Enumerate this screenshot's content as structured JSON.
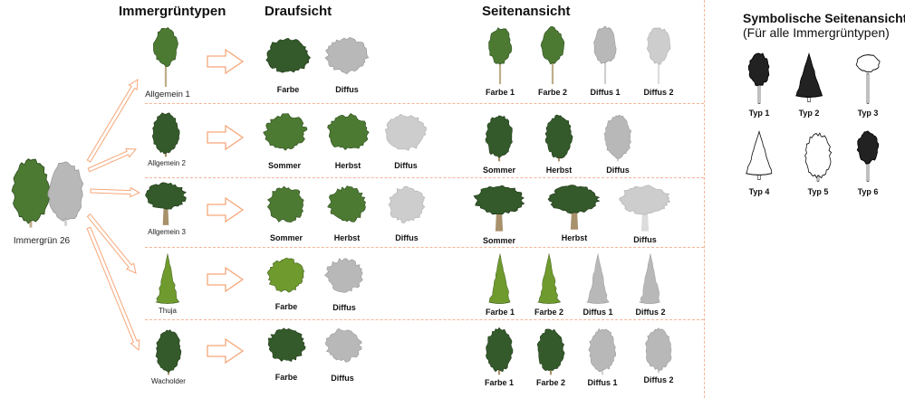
{
  "headers": {
    "types": "Immergrüntypen",
    "top_view": "Draufsicht",
    "side_view": "Seitenansicht",
    "symbolic_title": "Symbolische Seitenansicht",
    "symbolic_subtitle": "(Für alle Immergrüntypen)"
  },
  "source": {
    "label": "Immergrün 26"
  },
  "rows": [
    {
      "type": "Allgemein 1",
      "top": [
        "Farbe",
        "Diffus"
      ],
      "side": [
        "Farbe 1",
        "Farbe 2",
        "Diffus 1",
        "Diffus 2"
      ]
    },
    {
      "type": "Allgemein 2",
      "top": [
        "Sommer",
        "Herbst",
        "Diffus"
      ],
      "side": [
        "Sommer",
        "Herbst",
        "Diffus"
      ]
    },
    {
      "type": "Allgemein 3",
      "top": [
        "Sommer",
        "Herbst",
        "Diffus"
      ],
      "side": [
        "Sommer",
        "Herbst",
        "Diffus"
      ]
    },
    {
      "type": "Thuja",
      "top": [
        "Farbe",
        "Diffus"
      ],
      "side": [
        "Farbe 1",
        "Farbe 2",
        "Diffus 1",
        "Diffus 2"
      ]
    },
    {
      "type": "Wacholder",
      "top": [
        "Farbe",
        "Diffus"
      ],
      "side": [
        "Farbe 1",
        "Farbe 2",
        "Diffus 1",
        "Diffus 2"
      ]
    }
  ],
  "symbols": [
    "Typ 1",
    "Typ 2",
    "Typ 3",
    "Typ 4",
    "Typ 5",
    "Typ 6"
  ],
  "colors": {
    "accent": "#f6a77a",
    "divider": "#f6b496",
    "foliage": "#3f6b2a",
    "diffuse": "#b5b5b5"
  }
}
